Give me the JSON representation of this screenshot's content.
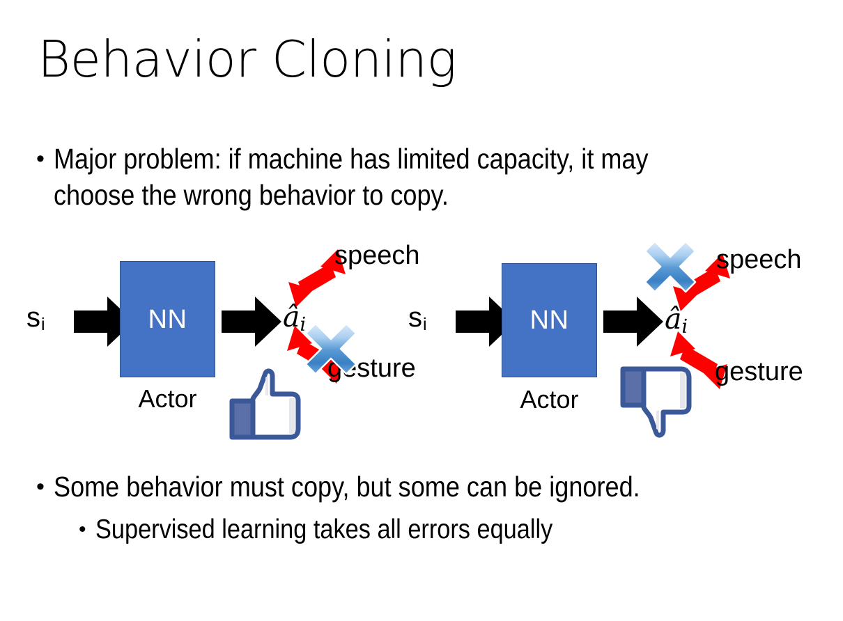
{
  "slide": {
    "title": "Behavior Cloning",
    "background_color": "#FFFFFF",
    "text_color": "#000000"
  },
  "bullets": [
    {
      "id": "problem",
      "level": 1,
      "marker": "•",
      "text": "Major problem: if machine has limited capacity, it may choose the wrong behavior to copy."
    },
    {
      "id": "some-behavior",
      "level": 1,
      "marker": "•",
      "text": "Some behavior must copy, but some can be ignored."
    },
    {
      "id": "supervised",
      "level": 2,
      "marker": "•",
      "text": "Supervised learning takes all errors equally"
    }
  ],
  "colors": {
    "nn_box_fill": "#4472C4",
    "nn_box_border": "#2F528F",
    "red_arrow": "#FF0000",
    "x_mark_light": "#C3DCF7",
    "x_mark_dark": "#2E75B6",
    "thumb_outline": "#3B5998",
    "thumb_fill": "#FFFFFF",
    "thumb_cuff": "#5B6FA8",
    "black_arrow": "#000000"
  },
  "diagrams": [
    {
      "id": "left",
      "state_label": "s",
      "state_subscript": "i",
      "nn_label": "NN",
      "actor_label": "Actor",
      "action_label": "â",
      "action_subscript": "i",
      "outputs": [
        {
          "name": "speech",
          "direction": "up-right",
          "crossed_out": false
        },
        {
          "name": "gesture",
          "direction": "down-right",
          "crossed_out": true
        }
      ],
      "feedback_icon": "thumbs-up",
      "x_mark_on": "gesture"
    },
    {
      "id": "right",
      "state_label": "s",
      "state_subscript": "i",
      "nn_label": "NN",
      "actor_label": "Actor",
      "action_label": "â",
      "action_subscript": "i",
      "outputs": [
        {
          "name": "speech",
          "direction": "up-right",
          "crossed_out": true
        },
        {
          "name": "gesture",
          "direction": "down-right",
          "crossed_out": false
        }
      ],
      "feedback_icon": "thumbs-down",
      "x_mark_on": "speech"
    }
  ]
}
